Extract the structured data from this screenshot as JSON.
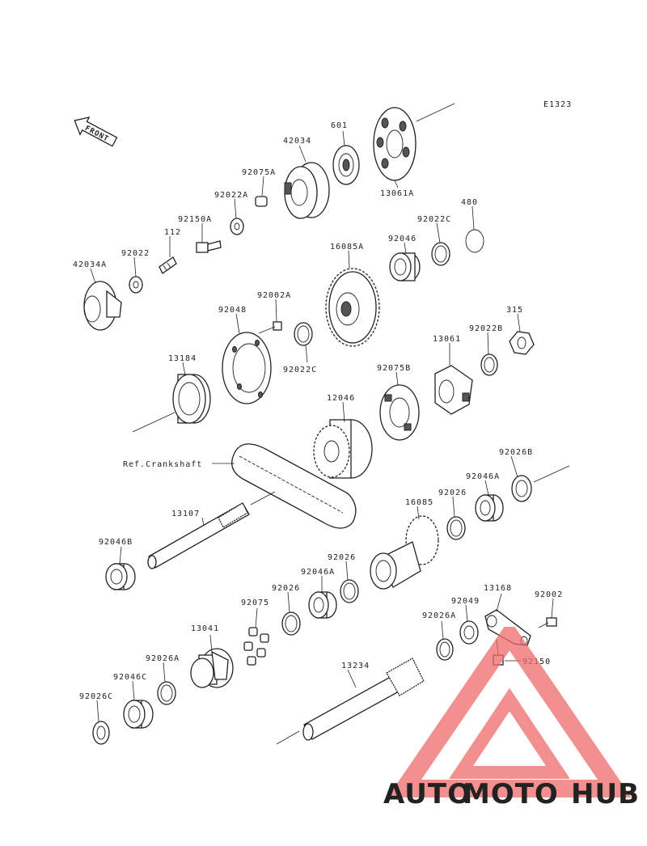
{
  "diagram_code": "E1323",
  "front_label": "FRONT",
  "ref_label": "Ref.Crankshaft",
  "parts": {
    "p601": "601",
    "p13061A": "13061A",
    "p42034": "42034",
    "p92075A": "92075A",
    "p92022A": "92022A",
    "p92150A": "92150A",
    "p112": "112",
    "p92022": "92022",
    "p42034A": "42034A",
    "p480": "480",
    "p92022C_top": "92022C",
    "p92046": "92046",
    "p16085A": "16085A",
    "p92002A": "92002A",
    "p92048": "92048",
    "p92022C_mid": "92022C",
    "p315": "315",
    "p92022B": "92022B",
    "p13061": "13061",
    "p13184": "13184",
    "p12046": "12046",
    "p92075B": "92075B",
    "p92026B": "92026B",
    "p92046A_r": "92046A",
    "p92026_r": "92026",
    "p16085": "16085",
    "p13107": "13107",
    "p92046B": "92046B",
    "p92026_m": "92026",
    "p92046A_m": "92046A",
    "p92026_l": "92026",
    "p92075": "92075",
    "p13041": "13041",
    "p13168": "13168",
    "p92002": "92002",
    "p92049": "92049",
    "p92026A_r": "92026A",
    "p92150": "92150",
    "p13234": "13234",
    "p92026A_l": "92026A",
    "p92046C": "92046C",
    "p92026C": "92026C"
  },
  "watermark": {
    "word_auto": "AUTO",
    "word_moto": "MOTO",
    "word_hub": "HUB",
    "color_auto": "#f6c45a",
    "color_moto": "#f0a07a",
    "color_hub": "#9a9a9a",
    "color_triangle": "#ee6b6b"
  }
}
